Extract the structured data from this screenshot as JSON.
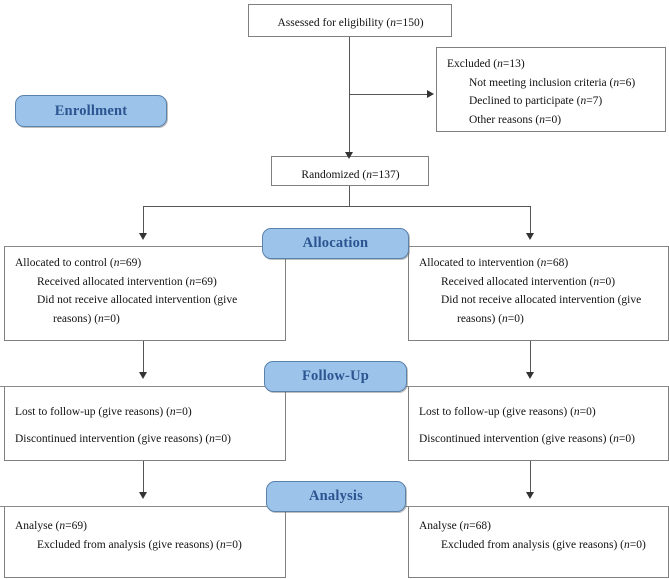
{
  "diagram": {
    "title": "CONSORT participant flow diagram",
    "accent_blue": "#9CC3E9",
    "accent_blue_text": "#2B5490",
    "line_color": "#555555"
  },
  "stages": {
    "enrollment": "Enrollment",
    "allocation": "Allocation",
    "followup": "Follow-Up",
    "analysis": "Analysis"
  },
  "nodes": {
    "assessed": {
      "text_before": "Assessed for eligibility (",
      "n_italic": "n",
      "text_after": "=150)"
    },
    "excluded": {
      "line1_a": "Excluded  (",
      "line1_n": "n",
      "line1_b": "=13)",
      "line2_a": "Not meeting inclusion criteria (",
      "line2_n": "n",
      "line2_b": "=6)",
      "line3_a": "Declined to participate (",
      "line3_n": "n",
      "line3_b": "=7)",
      "line4_a": "Other reasons (",
      "line4_n": "n",
      "line4_b": "=0)"
    },
    "randomized": {
      "text_before": "Randomized (",
      "n_italic": "n",
      "text_after": "=137)"
    },
    "alloc_left": {
      "line1_a": "Allocated to control (",
      "line1_n": "n",
      "line1_b": "=69)",
      "line2_a": "Received allocated intervention (",
      "line2_n": "n",
      "line2_b": "=69)",
      "line3_a": "Did not receive allocated intervention (give",
      "line4_a": "reasons) (",
      "line4_n": "n",
      "line4_b": "=0)"
    },
    "alloc_right": {
      "line1_a": "Allocated to intervention (",
      "line1_n": "n",
      "line1_b": "=68)",
      "line2_a": "Received allocated intervention (",
      "line2_n": "n",
      "line2_b": "=0)",
      "line3_a": "Did not receive allocated intervention (give",
      "line4_a": "reasons) (",
      "line4_n": "n",
      "line4_b": "=0)"
    },
    "followup_left": {
      "line1_a": "Lost to follow-up (give reasons) (",
      "line1_n": "n",
      "line1_b": "=0)",
      "line2_a": "Discontinued intervention (give reasons) (",
      "line2_n": "n",
      "line2_b": "=0)"
    },
    "followup_right": {
      "line1_a": "Lost to follow-up (give reasons) (",
      "line1_n": "n",
      "line1_b": "=0)",
      "line2_a": "Discontinued intervention (give reasons) (",
      "line2_n": "n",
      "line2_b": "=0)"
    },
    "analysis_left": {
      "line1_a": "Analyse  (",
      "line1_n": "n",
      "line1_b": "=69)",
      "line2_a": "Excluded from analysis (give reasons) (",
      "line2_n": "n",
      "line2_b": "=0)"
    },
    "analysis_right": {
      "line1_a": "Analyse  (",
      "line1_n": "n",
      "line1_b": "=68)",
      "line2_a": "Excluded from analysis (give reasons) (",
      "line2_n": "n",
      "line2_b": "=0)"
    }
  }
}
